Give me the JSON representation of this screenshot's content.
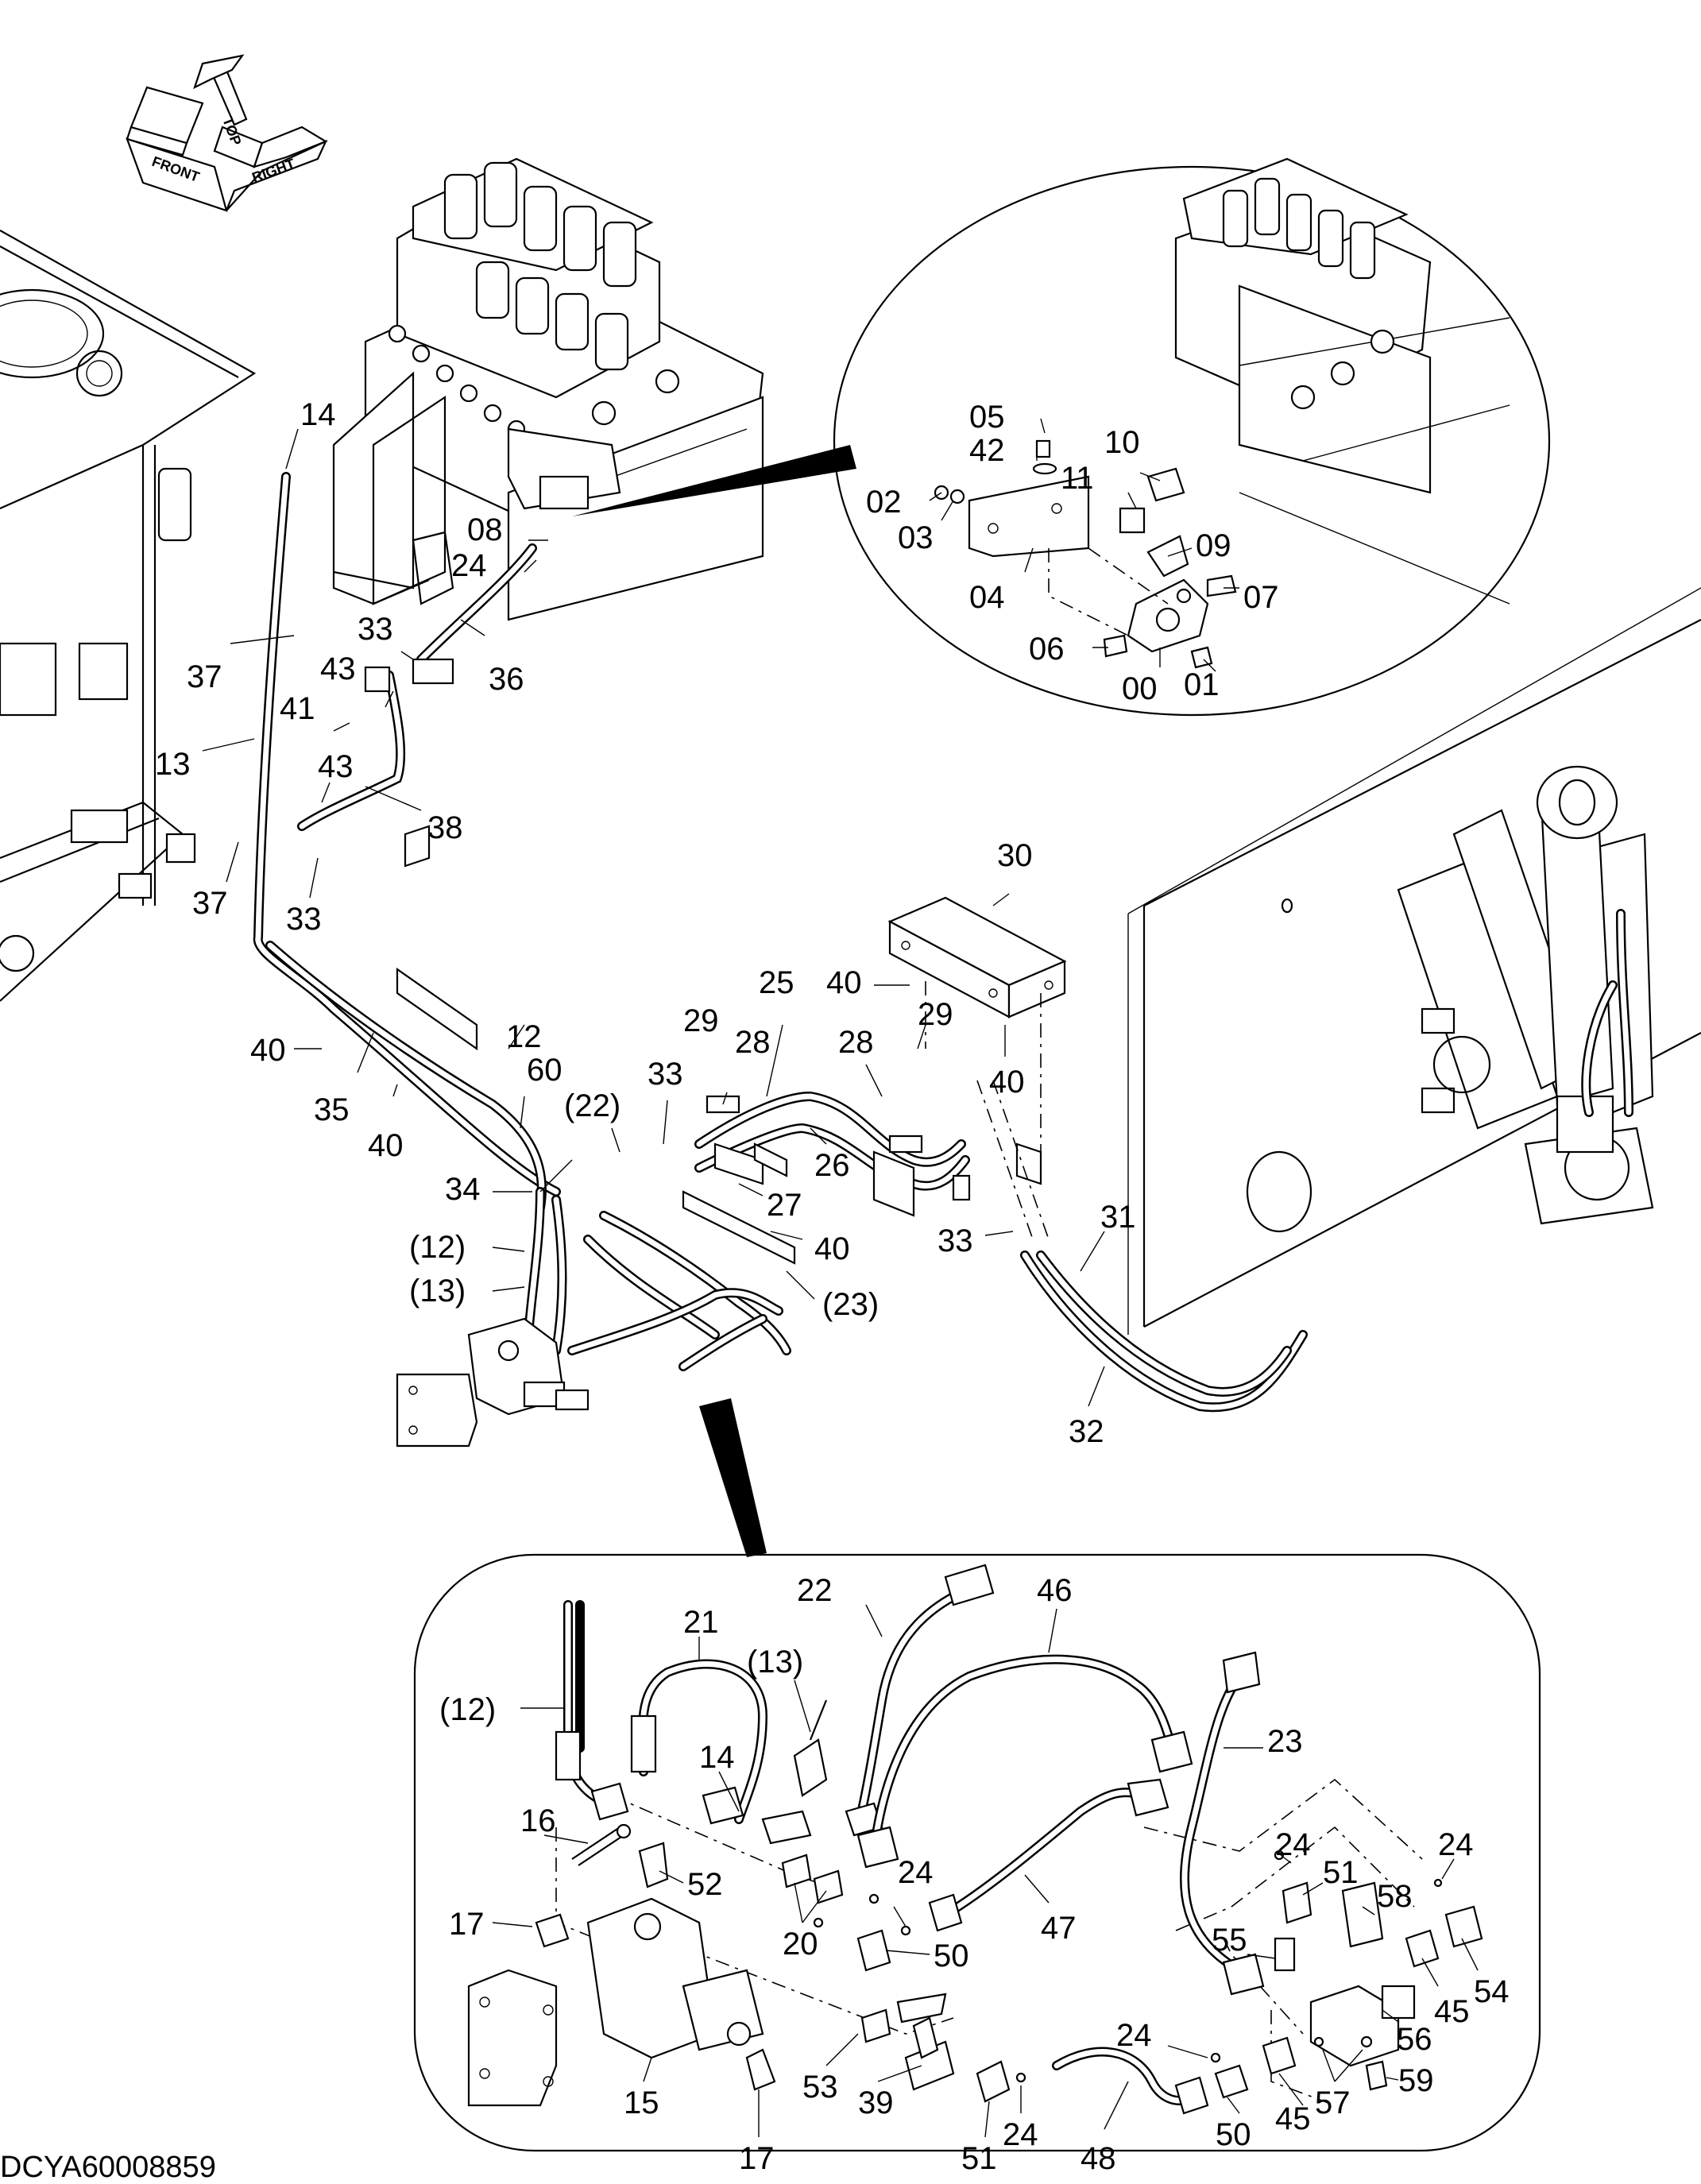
{
  "drawing_code": "DCYA60008859",
  "orientation": {
    "front": "FRONT",
    "top": "TOP",
    "right": "RIGHT"
  },
  "callouts": {
    "c14a": "14",
    "c08a": "08",
    "c24a": "24",
    "c33a": "33",
    "c36": "36",
    "c43a": "43",
    "c41": "41",
    "c37a": "37",
    "c13": "13",
    "c43b": "43",
    "c38": "38",
    "c37b": "37",
    "c33b": "33",
    "c40a": "40",
    "c12": "12",
    "c35": "35",
    "c40b": "40",
    "c60": "60",
    "c22p": "(22)",
    "c33c": "33",
    "c29a": "29",
    "c28a": "28",
    "c25": "25",
    "c30": "30",
    "c40c": "40",
    "c29b": "29",
    "c28b": "28",
    "c40d": "40",
    "c26": "26",
    "c27": "27",
    "c34": "34",
    "c12p": "(12)",
    "c13p": "(13)",
    "c40e": "40",
    "c23p": "(23)",
    "c33d": "33",
    "c31": "31",
    "c32": "32",
    "d05": "05",
    "d42": "42",
    "d10": "10",
    "d02": "02",
    "d03": "03",
    "d11": "11",
    "d09": "09",
    "d04": "04",
    "d07": "07",
    "d06": "06",
    "d00": "00",
    "d01": "01",
    "e21": "21",
    "e22": "22",
    "e46": "46",
    "e12p": "(12)",
    "e13p": "(13)",
    "e14": "14",
    "e23": "23",
    "e16": "16",
    "e52": "52",
    "e24a": "24",
    "e24b": "24",
    "e51a": "51",
    "e24c": "24",
    "e58": "58",
    "e17a": "17",
    "e20": "20",
    "e50a": "50",
    "e47": "47",
    "e55": "55",
    "e54": "54",
    "e45a": "45",
    "e56": "56",
    "e15": "15",
    "e53": "53",
    "e39": "39",
    "e17b": "17",
    "e51b": "51",
    "e24d": "24",
    "e48": "48",
    "e24e": "24",
    "e50b": "50",
    "e45b": "45",
    "e57": "57",
    "e59": "59"
  }
}
